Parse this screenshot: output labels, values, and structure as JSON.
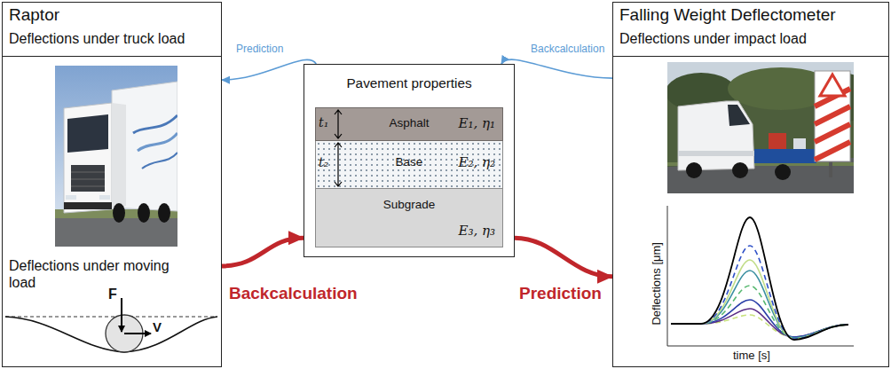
{
  "diagram": {
    "nodes": [
      {
        "text": [
          "Raptor",
          "Deflections under truck load",
          "Deflections under moving load"
        ]
      },
      {
        "text": [
          "Pavement properties"
        ]
      },
      {
        "text": [
          "Asphalt",
          "E₁, η₁"
        ],
        "in": 1
      },
      {
        "text": [
          "Base",
          "E₂, η₂"
        ],
        "in": 1
      },
      {
        "text": [
          "Subgrade",
          "E₃, η₃"
        ],
        "in": 1
      },
      {
        "text": [
          "Falling Weight Deflectometer",
          "Deflections under impact load"
        ]
      }
    ],
    "edges": [
      {
        "from": 0,
        "to": 1,
        "label": "Backcalculation",
        "arrow": "to"
      },
      {
        "from": 1,
        "to": 5,
        "label": "Prediction",
        "arrow": "to"
      },
      {
        "from": 5,
        "to": 1,
        "label": "Backcalculation",
        "arrow": "to"
      },
      {
        "from": 1,
        "to": 0,
        "label": "Prediction",
        "arrow": "to"
      }
    ],
    "labels": [
      "F",
      "V",
      "t₁",
      "t₂",
      "Deflections [μm]",
      "time [s]"
    ]
  }
}
